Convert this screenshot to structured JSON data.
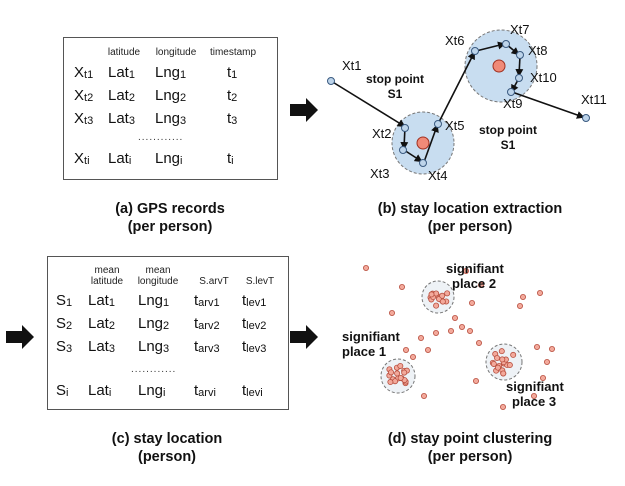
{
  "colors": {
    "accent_fill": "#c8ddf0",
    "stop_point": "#f08a78",
    "node": "#bdd4ea",
    "arrow": "#111111"
  },
  "panel_a": {
    "headers": [
      "latitude",
      "longitude",
      "timestamp"
    ],
    "rows": [
      {
        "x": "X",
        "xs": "t1",
        "lat": "Lat",
        "lats": "1",
        "lng": "Lng",
        "lngs": "1",
        "t": "t",
        "ts": "1"
      },
      {
        "x": "X",
        "xs": "t2",
        "lat": "Lat",
        "lats": "2",
        "lng": "Lng",
        "lngs": "2",
        "t": "t",
        "ts": "2"
      },
      {
        "x": "X",
        "xs": "t3",
        "lat": "Lat",
        "lats": "3",
        "lng": "Lng",
        "lngs": "3",
        "t": "t",
        "ts": "3"
      },
      {
        "x": "X",
        "xs": "ti",
        "lat": "Lat",
        "lats": "i",
        "lng": "Lng",
        "lngs": "i",
        "t": "t",
        "ts": "i"
      }
    ],
    "ellipsis": "............",
    "caption_line1": "(a) GPS records",
    "caption_line2": "(per person)"
  },
  "panel_b": {
    "labels": {
      "xt1": "Xt1",
      "xt2": "Xt2",
      "xt3": "Xt3",
      "xt4": "Xt4",
      "xt5": "Xt5",
      "xt6": "Xt6",
      "xt7": "Xt7",
      "xt8": "Xt8",
      "xt9": "Xt9",
      "xt10": "Xt10",
      "xt11": "Xt11"
    },
    "stop1_line1": "stop point",
    "stop1_line2": "S1",
    "stop2_line1": "stop point",
    "stop2_line2": "S1",
    "caption_line1": "(b) stay location extraction",
    "caption_line2": "(per person)"
  },
  "panel_c": {
    "headers": [
      [
        "mean",
        "latitude"
      ],
      [
        "mean",
        "longitude"
      ],
      [
        "S.arvT"
      ],
      [
        "S.levT"
      ]
    ],
    "rows": [
      {
        "s": "S",
        "ss": "1",
        "lat": "Lat",
        "lats": "1",
        "lng": "Lng",
        "lngs": "1",
        "arv": "t",
        "arvs": "arv1",
        "lev": "t",
        "levs": "lev1"
      },
      {
        "s": "S",
        "ss": "2",
        "lat": "Lat",
        "lats": "2",
        "lng": "Lng",
        "lngs": "2",
        "arv": "t",
        "arvs": "arv2",
        "lev": "t",
        "levs": "lev2"
      },
      {
        "s": "S",
        "ss": "3",
        "lat": "Lat",
        "lats": "3",
        "lng": "Lng",
        "lngs": "3",
        "arv": "t",
        "arvs": "arv3",
        "lev": "t",
        "levs": "lev3"
      },
      {
        "s": "S",
        "ss": "i",
        "lat": "Lat",
        "lats": "i",
        "lng": "Lng",
        "lngs": "i",
        "arv": "t",
        "arvs": "arvi",
        "lev": "t",
        "levs": "levi"
      }
    ],
    "ellipsis": "............",
    "caption_line1": "(c) stay location",
    "caption_line2": "(person)"
  },
  "panel_d": {
    "place2_line1": "signifiant",
    "place2_line2": "place 2",
    "place1_line1": "signifiant",
    "place1_line2": "place 1",
    "place3_line1": "signifiant",
    "place3_line2": "place 3",
    "caption_line1": "(d) stay point clustering",
    "caption_line2": "(per person)"
  }
}
